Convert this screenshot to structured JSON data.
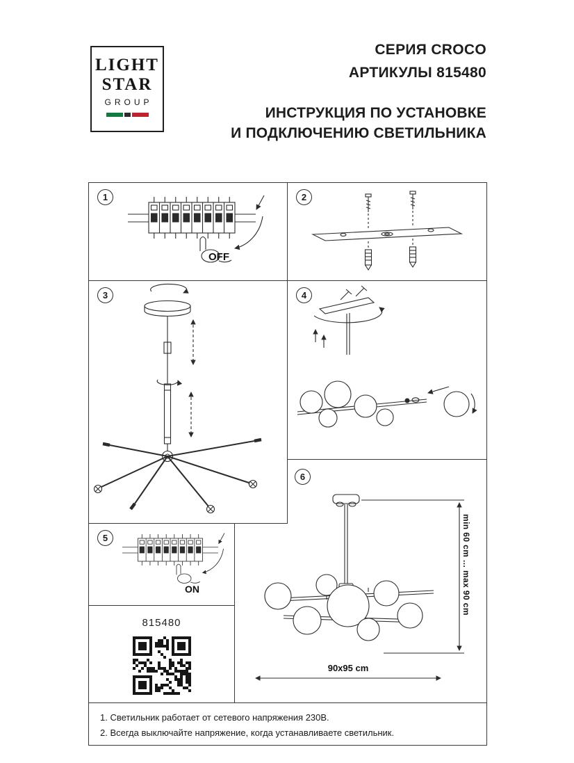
{
  "logo": {
    "line1": "LIGHT",
    "line2": "STAR",
    "line3": "GROUP",
    "flag": {
      "green": "#0e7c3f",
      "dark": "#2b2b2b",
      "red": "#c0222c"
    }
  },
  "header": {
    "series": "СЕРИЯ CROCO",
    "articles": "АРТИКУЛЫ 815480",
    "title_line1": "ИНСТРУКЦИЯ ПО УСТАНОВКЕ",
    "title_line2": "И ПОДКЛЮЧЕНИЮ СВЕТИЛЬНИКА"
  },
  "steps": [
    {
      "number": "1",
      "label": "OFF"
    },
    {
      "number": "2"
    },
    {
      "number": "3"
    },
    {
      "number": "4"
    },
    {
      "number": "5",
      "label": "ON"
    },
    {
      "number": "6",
      "dim_vertical": "min 60 cm ... max 90 cm",
      "dim_horizontal": "90x95 cm"
    }
  ],
  "product": {
    "article": "815480"
  },
  "notes": [
    "1. Светильник работает от сетевого напряжения 230В.",
    "2. Всегда выключайте напряжение, когда устанавливаете светильник."
  ]
}
